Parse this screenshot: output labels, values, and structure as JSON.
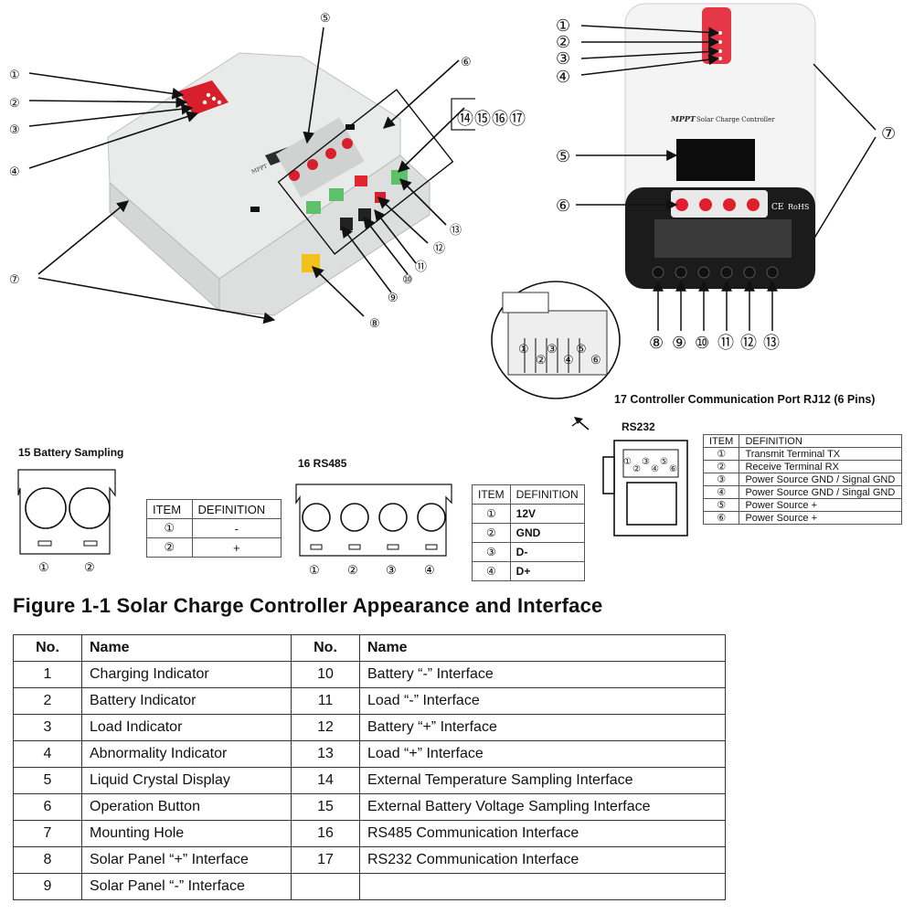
{
  "figure_caption": "Figure 1-1 Solar Charge Controller Appearance and Interface",
  "device": {
    "brand": "MPPT",
    "label": "Solar Charge Controller",
    "ce_mark": "CE",
    "rohs_mark": "RoHS"
  },
  "callouts": {
    "c1": "①",
    "c2": "②",
    "c3": "③",
    "c4": "④",
    "c5": "⑤",
    "c6": "⑥",
    "c7": "⑦",
    "c8": "⑧",
    "c9": "⑨",
    "c10": "⑩",
    "c11": "⑪",
    "c12": "⑫",
    "c13": "⑬",
    "c14_17": "⑭⑮⑯⑰"
  },
  "battery_sampling": {
    "title": "15  Battery Sampling",
    "pins": [
      "①",
      "②"
    ],
    "table": {
      "headers": [
        "ITEM",
        "DEFINITION"
      ],
      "rows": [
        [
          "①",
          "-"
        ],
        [
          "②",
          "+"
        ]
      ]
    }
  },
  "rs485": {
    "title": "16  RS485",
    "pins": [
      "①",
      "②",
      "③",
      "④"
    ],
    "table": {
      "headers": [
        "ITEM",
        "DEFINITION"
      ],
      "rows": [
        [
          "①",
          "12V"
        ],
        [
          "②",
          "GND"
        ],
        [
          "③",
          "D-"
        ],
        [
          "④",
          "D+"
        ]
      ]
    }
  },
  "rj12": {
    "title": "17  Controller Communication Port RJ12 (6 Pins)",
    "connector_label": "RS232",
    "pins": [
      "①",
      "②",
      "③",
      "④",
      "⑤",
      "⑥"
    ],
    "table": {
      "headers": [
        "ITEM",
        "DEFINITION"
      ],
      "rows": [
        [
          "①",
          "Transmit Terminal TX"
        ],
        [
          "②",
          "Receive Terminal RX"
        ],
        [
          "③",
          "Power Source GND / Signal GND"
        ],
        [
          "④",
          "Power Source GND / Singal GND"
        ],
        [
          "⑤",
          "Power Source +"
        ],
        [
          "⑥",
          "Power Source +"
        ]
      ]
    }
  },
  "main_table": {
    "headers": [
      "No.",
      "Name",
      "No.",
      "Name"
    ],
    "rows": [
      [
        "1",
        "Charging Indicator",
        "10",
        "Battery “-” Interface"
      ],
      [
        "2",
        "Battery Indicator",
        "11",
        "Load “-” Interface"
      ],
      [
        "3",
        "Load Indicator",
        "12",
        "Battery “+” Interface"
      ],
      [
        "4",
        "Abnormality Indicator",
        "13",
        "Load “+” Interface"
      ],
      [
        "5",
        "Liquid Crystal Display",
        "14",
        "External Temperature Sampling Interface"
      ],
      [
        "6",
        "Operation Button",
        "15",
        "External Battery Voltage Sampling Interface"
      ],
      [
        "7",
        "Mounting Hole",
        "16",
        "RS485 Communication Interface"
      ],
      [
        "8",
        "Solar Panel “+” Interface",
        "17",
        "RS232 Communication Interface"
      ],
      [
        "9",
        "Solar Panel “-” Interface",
        "",
        ""
      ]
    ]
  }
}
